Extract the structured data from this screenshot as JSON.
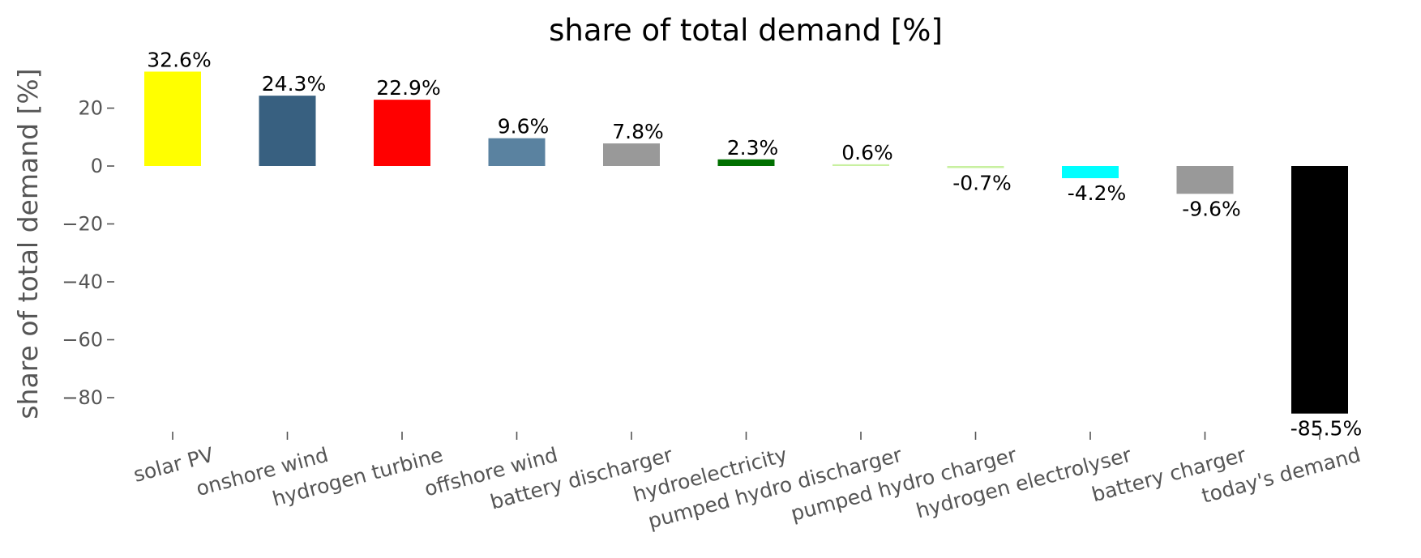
{
  "chart_data": {
    "type": "bar",
    "title": "share of total demand [%]",
    "xlabel": "",
    "ylabel": "share of total demand [%]",
    "ylim": [
      -92.6,
      36.6
    ],
    "yticks": [
      20,
      0,
      -20,
      -40,
      -60,
      -80
    ],
    "ytick_labels": [
      "20",
      "0",
      "−20",
      "−40",
      "−60",
      "−80"
    ],
    "grid": false,
    "categories": [
      "solar PV",
      "onshore wind",
      "hydrogen turbine",
      "offshore wind",
      "battery discharger",
      "hydroelectricity",
      "pumped hydro discharger",
      "pumped hydro charger",
      "hydrogen electrolyser",
      "battery charger",
      "today's demand"
    ],
    "values": [
      32.6,
      24.3,
      22.9,
      9.6,
      7.8,
      2.3,
      0.6,
      -0.7,
      -4.2,
      -9.6,
      -85.5
    ],
    "data_labels": [
      "32.6%",
      "24.3%",
      "22.9%",
      "9.6%",
      "7.8%",
      "2.3%",
      "0.6%",
      "-0.7%",
      "-4.2%",
      "-9.6%",
      "-85.5%"
    ],
    "colors": [
      "#ffff00",
      "#386080",
      "#ff0000",
      "#5a82a0",
      "#999999",
      "#007000",
      "#c8f0a0",
      "#c8f0a0",
      "#00ffff",
      "#999999",
      "#000000"
    ]
  }
}
